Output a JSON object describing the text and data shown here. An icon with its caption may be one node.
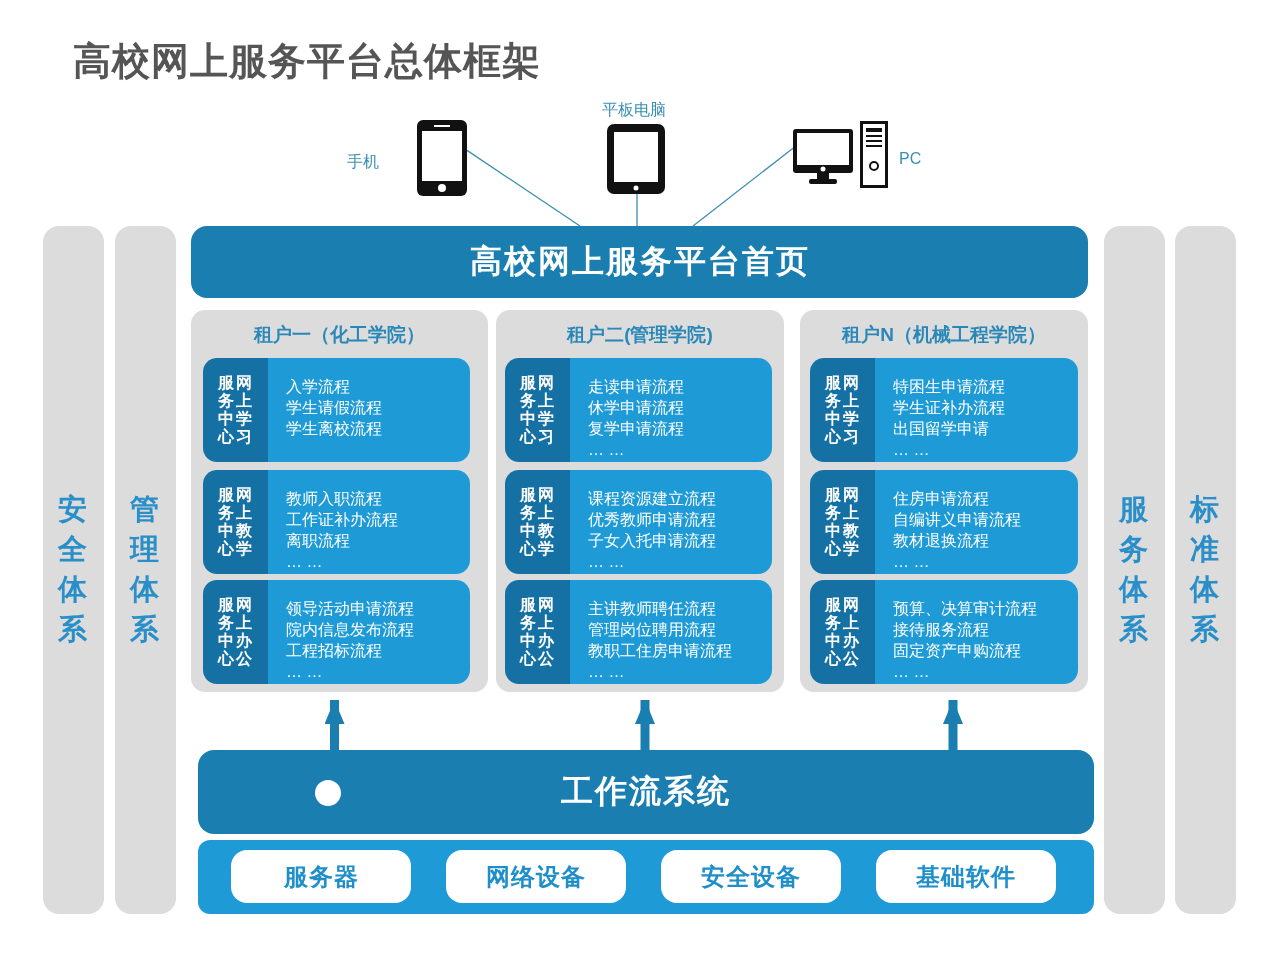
{
  "diagram": {
    "title": "高校网上服务平台总体框架",
    "nodes": [
      {
        "text": [],
        "shape": "phone",
        "beside": [
          "手机"
        ]
      },
      {
        "text": [],
        "shape": "tablet",
        "beside": [
          "平板电脑"
        ]
      },
      {
        "text": [],
        "shape": "computer",
        "beside": [
          "PC"
        ]
      },
      {
        "text": [
          "高校网上服务平台首页"
        ]
      },
      {
        "text": [
          "租户一（化工学院）"
        ]
      },
      {
        "text": [
          "服务中心",
          "网上学习",
          "入学流程",
          "学生请假流程",
          "学生离校流程"
        ],
        "in": 4
      },
      {
        "text": [
          "服务中心",
          "网上教学",
          "教师入职流程",
          "工作证补办流程",
          "离职流程",
          "… …"
        ],
        "in": 4
      },
      {
        "text": [
          "服务中心",
          "网上办公",
          "领导活动申请流程",
          "院内信息发布流程",
          "工程招标流程",
          "… …"
        ],
        "in": 4
      },
      {
        "text": [
          "租户二(管理学院)"
        ]
      },
      {
        "text": [
          "服务中心",
          "网上学习",
          "走读申请流程",
          "休学申请流程",
          "复学申请流程",
          "… …"
        ],
        "in": 8
      },
      {
        "text": [
          "服务中心",
          "网上教学",
          "课程资源建立流程",
          "优秀教师申请流程",
          "子女入托申请流程",
          "… …"
        ],
        "in": 8
      },
      {
        "text": [
          "服务中心",
          "网上办公",
          "主讲教师聘任流程",
          "管理岗位聘用流程",
          "教职工住房申请流程",
          "… …"
        ],
        "in": 8
      },
      {
        "text": [
          "租户N（机械工程学院）"
        ]
      },
      {
        "text": [
          "服务中心",
          "网上学习",
          "特困生申请流程",
          "学生证补办流程",
          "出国留学申请",
          "… …"
        ],
        "in": 12
      },
      {
        "text": [
          "服务中心",
          "网上教学",
          "住房申请流程",
          "自编讲义申请流程",
          "教材退换流程",
          "… …"
        ],
        "in": 12
      },
      {
        "text": [
          "服务中心",
          "网上办公",
          "预算、决算审计流程",
          "接待服务流程",
          "固定资产申购流程",
          "… …"
        ],
        "in": 12
      },
      {
        "text": [
          "工作流系统"
        ]
      },
      {
        "text": [],
        "shape": "box"
      },
      {
        "text": [
          "服务器"
        ],
        "in": 17
      },
      {
        "text": [
          "网络设备"
        ],
        "in": 17
      },
      {
        "text": [
          "安全设备"
        ],
        "in": 17
      },
      {
        "text": [
          "基础软件"
        ],
        "in": 17
      },
      {
        "text": [
          "安全体系"
        ]
      },
      {
        "text": [
          "管理体系"
        ]
      },
      {
        "text": [
          "服务体系"
        ]
      },
      {
        "text": [
          "标准体系"
        ]
      }
    ],
    "edges": [
      {
        "from": 0,
        "to": 3,
        "arrow": "none"
      },
      {
        "from": 1,
        "to": 3,
        "arrow": "none"
      },
      {
        "from": 2,
        "to": 3,
        "arrow": "none"
      },
      {
        "from": 16,
        "to": 4,
        "arrow": "to",
        "style": "thick"
      },
      {
        "from": 16,
        "to": 8,
        "arrow": "to",
        "style": "thick"
      },
      {
        "from": 16,
        "to": 12,
        "arrow": "to",
        "style": "thick"
      }
    ]
  }
}
